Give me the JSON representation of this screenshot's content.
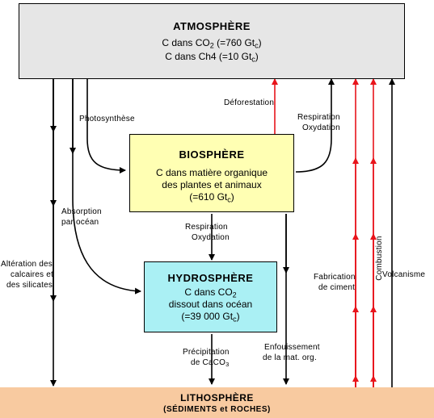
{
  "atmosphere": {
    "title": "ATMOSPHÈRE",
    "line1": "C dans CO2 (=760 Gtc)",
    "line2": "C dans Ch4 (=10 Gtc)"
  },
  "biosphere": {
    "title": "BIOSPHÈRE",
    "line1": "C dans matière organique",
    "line2": "des plantes et animaux",
    "line3": "(=610 Gtc)"
  },
  "hydrosphere": {
    "title": "HYDROSPHÈRE",
    "line1": "C dans CO2",
    "line2": "dissout dans océan",
    "line3": "(=39 000 Gtc)"
  },
  "lithosphere": {
    "title": "LITHOSPHÈRE",
    "subtitle": "(SÉDIMENTS et ROCHES)"
  },
  "labels": {
    "photosynthese": "Photosynthèse",
    "deforestation": "Déforestation",
    "respiration_top_1": "Respiration",
    "respiration_top_2": "Oxydation",
    "absorption_1": "Absorption",
    "absorption_2": "par océan",
    "respiration_mid_1": "Respiration",
    "respiration_mid_2": "Oxydation",
    "alteration_1": "Altération des",
    "alteration_2": "calcaires et",
    "alteration_3": "des silicates",
    "fabrication_1": "Fabrication",
    "fabrication_2": "de ciment",
    "combustion": "Combustion",
    "volcanisme": "Volcanisme",
    "enfouissement_1": "Enfouissement",
    "enfouissement_2": "de la mat. org.",
    "precipitation_1": "Précipitation",
    "precipitation_2": "de CaCO3"
  },
  "colors": {
    "atmosphere_fill": "#e6e6e6",
    "biosphere_fill": "#ffffb3",
    "hydrosphere_fill": "#aaf0f4",
    "lithosphere_fill": "#f8caa0",
    "arrow_black": "#000000",
    "arrow_red": "#e8141b"
  }
}
